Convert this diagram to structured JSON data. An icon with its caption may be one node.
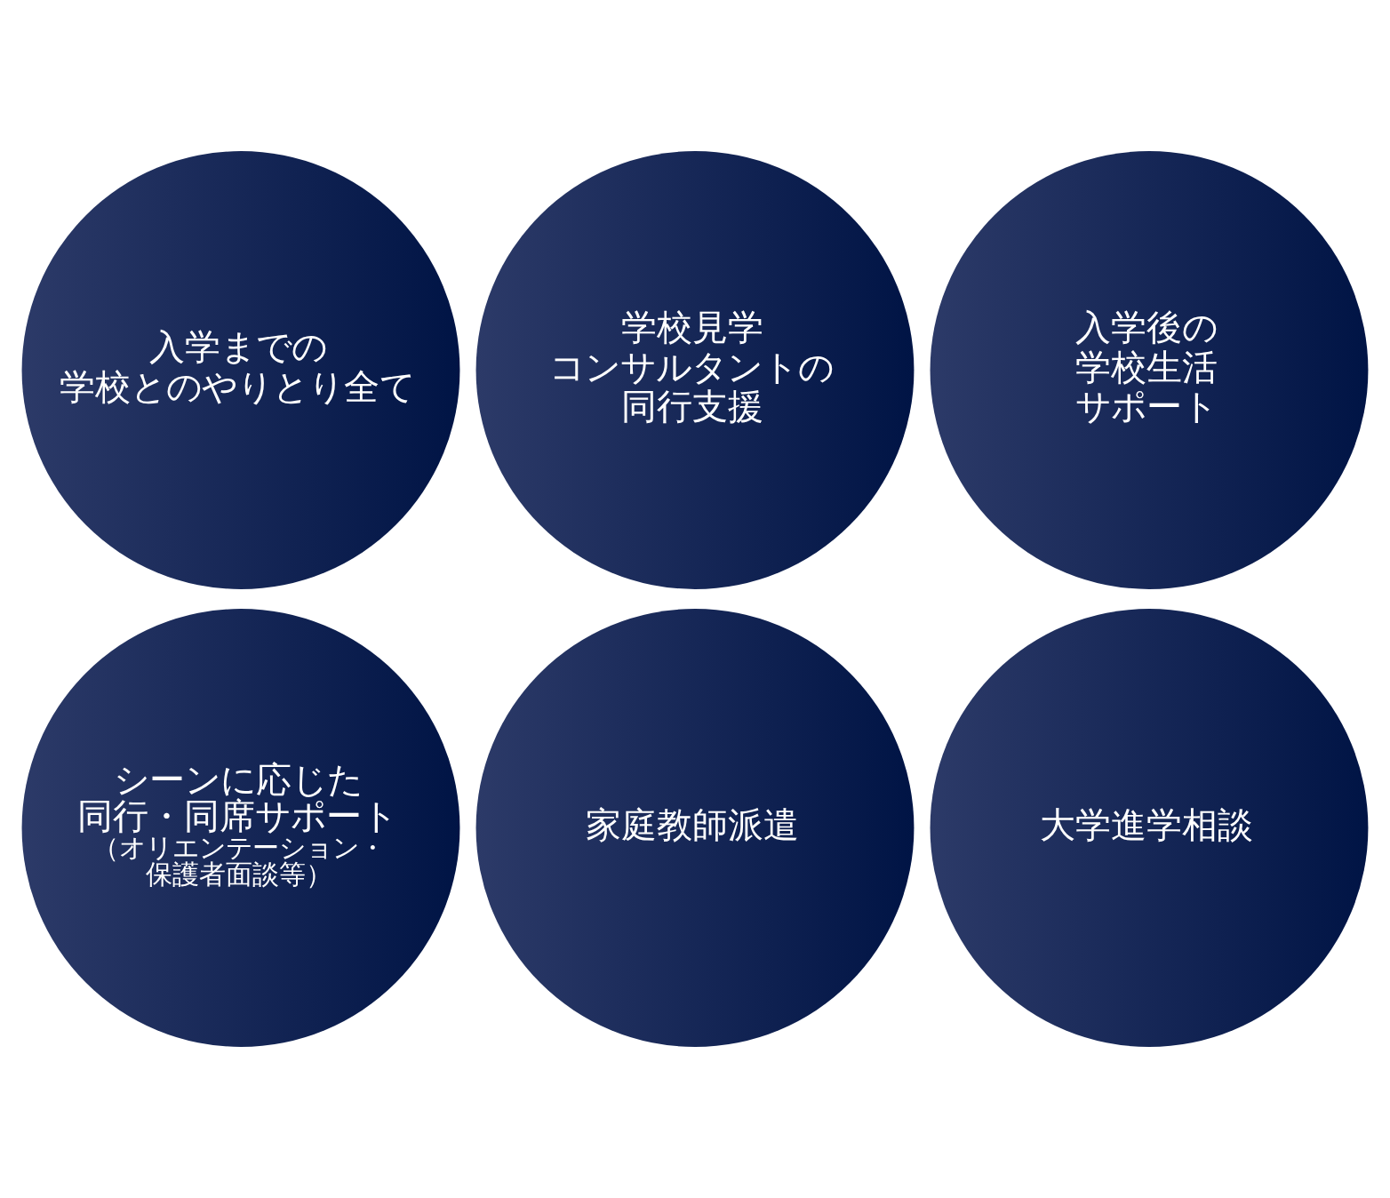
{
  "diagram": {
    "nodes": [
      {
        "text": [
          "入学までの学校とのやりとり全て"
        ]
      },
      {
        "text": [
          "学校見学コンサルタントの同行支援"
        ]
      },
      {
        "text": [
          "入学後の学校生活サポート"
        ]
      },
      {
        "text": [
          "シーンに応じた同行・同席サポート",
          "（オリエンテーション・保護者面談等）"
        ]
      },
      {
        "text": [
          "家庭教師派遣"
        ]
      },
      {
        "text": [
          "大学進学相談"
        ]
      }
    ]
  }
}
